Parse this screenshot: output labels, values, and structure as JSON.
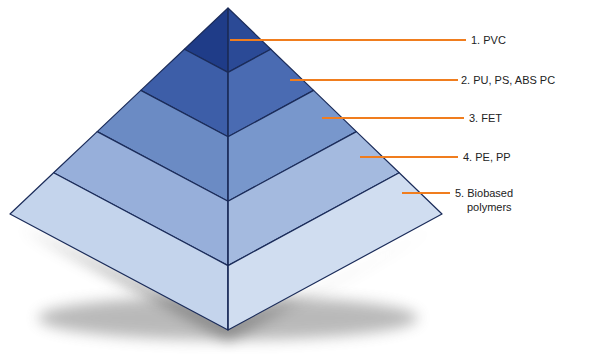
{
  "diagram": {
    "labels": [
      "1. PVC",
      "2. PU, PS, ABS PC",
      "3. FET",
      "4. PE, PP",
      "5. Biobased polymers"
    ]
  }
}
